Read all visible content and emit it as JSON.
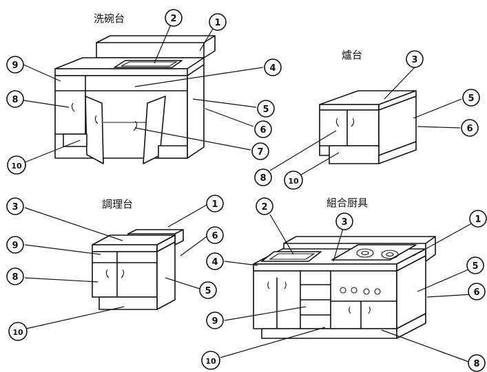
{
  "titles": {
    "sink": "洗碗台",
    "stove": "爐台",
    "prep": "調理台",
    "combo": "組合厨具"
  },
  "labels": {
    "sink": [
      "1",
      "2",
      "4",
      "5",
      "6",
      "7",
      "8",
      "9",
      "10"
    ],
    "stove": [
      "3",
      "5",
      "6",
      "8",
      "10"
    ],
    "prep": [
      "1",
      "3",
      "5",
      "6",
      "8",
      "9",
      "10"
    ],
    "combo": [
      "1",
      "2",
      "3",
      "4",
      "5",
      "6",
      "8",
      "9",
      "10"
    ]
  }
}
